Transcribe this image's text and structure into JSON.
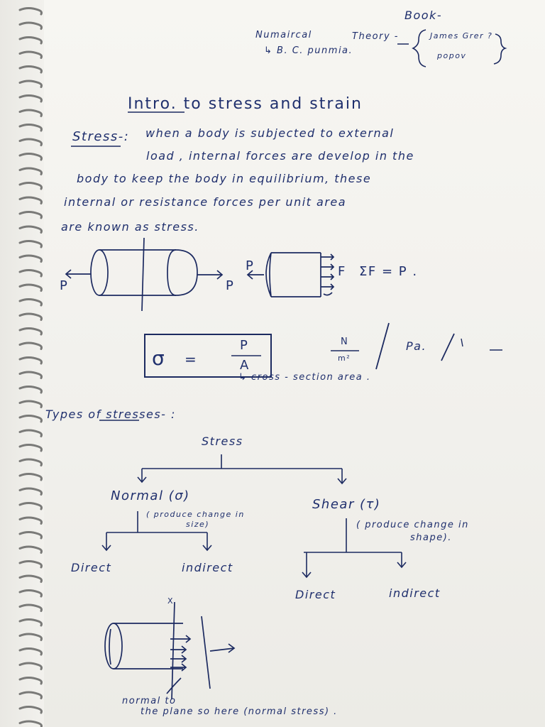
{
  "header": {
    "book": "Book-",
    "numerical": "Numaircal",
    "numerical_ref": "↳ B. C. punmia.",
    "theory": "Theory -",
    "theory_refs": [
      "James Grer ?",
      "popov"
    ]
  },
  "title": "Intro. to stress and strain",
  "definition": {
    "term": "Stress-:",
    "lines": [
      "when    a    body    is    subjected to external",
      "load , internal    forces    are    develop in the",
      "body    to    keep    the    body    in    equilibrium, these",
      "internal    or  resistance  forces    per    unit  area",
      "are   known   as    stress."
    ]
  },
  "figure1": {
    "left_load": "P",
    "right_load": "P",
    "section_load": "P",
    "section_resultant": "F",
    "equilibrium": "ΣF = P ."
  },
  "formula": {
    "sigma": "σ",
    "equals": "=",
    "numerator": "P",
    "denominator": "A",
    "units_num": "N",
    "units_den": "m²",
    "units_alt": "Pa.",
    "area_note": "↳ cross - section area ."
  },
  "types": {
    "heading": "Types of stresses- :",
    "root": "Stress",
    "normal": "Normal (σ)",
    "normal_note_1": "( produce change in",
    "normal_note_2": "size)",
    "shear": "Shear  (τ)",
    "shear_note_1": "( produce change in",
    "shear_note_2": "shape).",
    "normal_children": [
      "Direct",
      "indirect"
    ],
    "shear_children": [
      "Direct",
      "indirect"
    ]
  },
  "figure2": {
    "axis_label": "X",
    "caption_1": "normal to",
    "caption_2": "the plane so here (normal stress) ."
  },
  "colors": {
    "ink_blue": "#1f2f6d",
    "ink_dark": "#1c2a60",
    "paper": "#f4f3ef"
  }
}
